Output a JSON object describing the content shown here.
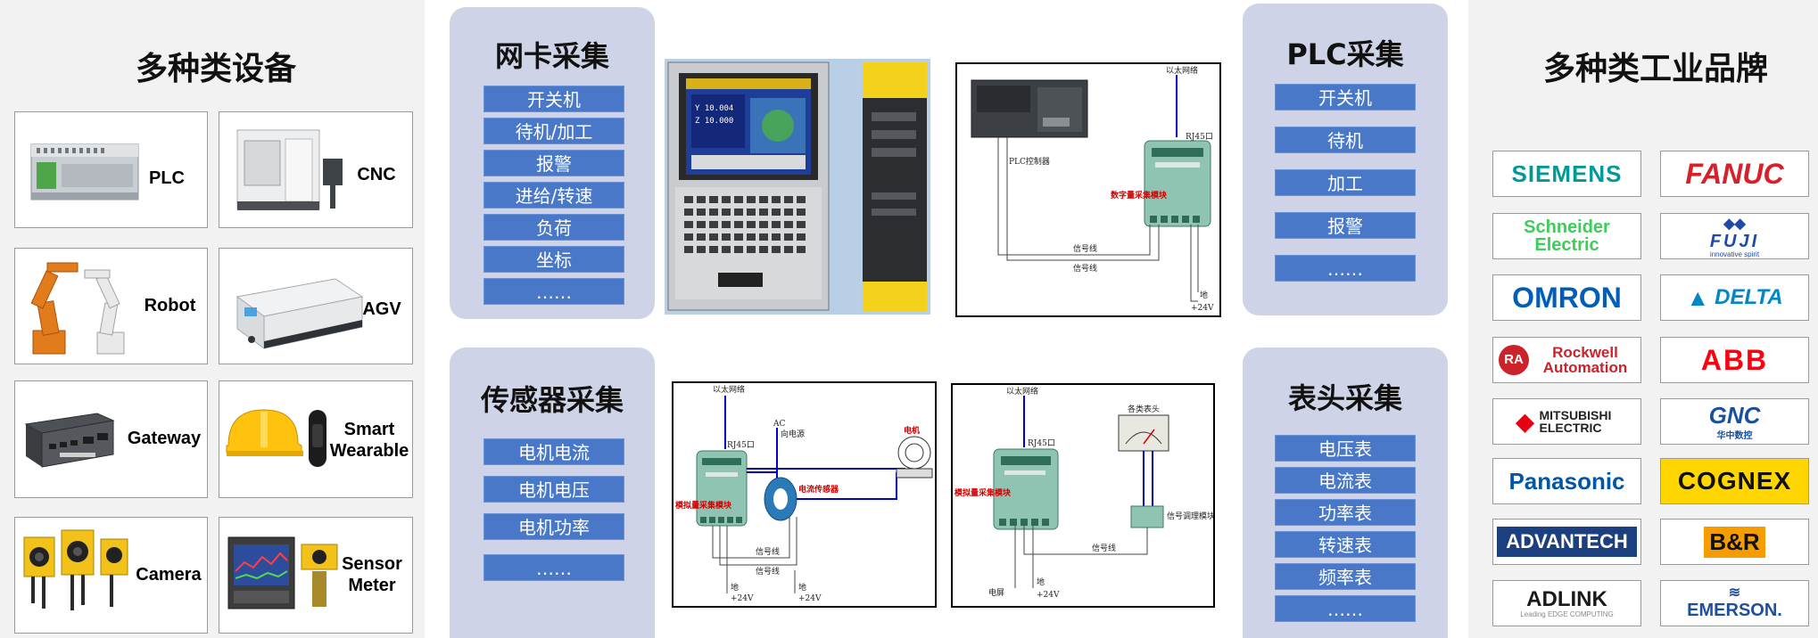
{
  "left": {
    "title": "多种类设备",
    "devices": [
      {
        "label": "PLC",
        "icon": "plc-icon"
      },
      {
        "label": "CNC",
        "icon": "cnc-machine-icon"
      },
      {
        "label": "Robot",
        "icon": "robot-arm-icon"
      },
      {
        "label": "AGV",
        "icon": "agv-icon"
      },
      {
        "label": "Gateway",
        "icon": "gateway-icon"
      },
      {
        "label": "Smart Wearable",
        "icon": "wearable-icon"
      },
      {
        "label": "Camera",
        "icon": "camera-icon"
      },
      {
        "label": "Sensor Meter",
        "icon": "sensor-meter-icon"
      }
    ]
  },
  "nic": {
    "title": "网卡采集",
    "items": [
      "开关机",
      "待机/加工",
      "报警",
      "进给/转速",
      "负荷",
      "坐标",
      "……"
    ]
  },
  "plc": {
    "title": "PLC采集",
    "items": [
      "开关机",
      "待机",
      "加工",
      "报警",
      "……"
    ]
  },
  "sensor": {
    "title": "传感器采集",
    "items": [
      "电机电流",
      "电机电压",
      "电机功率",
      "……"
    ]
  },
  "meter": {
    "title": "表头采集",
    "items": [
      "电压表",
      "电流表",
      "功率表",
      "转速表",
      "频率表",
      "……"
    ]
  },
  "diagrams": {
    "plc_wiring": {
      "ethernet": "以太网络",
      "rj45": "RJ45口",
      "plc_controller": "PLC控制器",
      "module": "数字量采集模块",
      "signal1": "信号线",
      "signal2": "信号线",
      "ground": "地",
      "power": "+24V"
    },
    "sensor_wiring": {
      "ethernet": "以太网络",
      "rj45": "RJ45口",
      "ac": "AC",
      "coil": "向电源",
      "module": "模拟量采集模块",
      "sensor": "电流传感器",
      "motor": "电机",
      "signal1": "信号线",
      "signal2": "信号线",
      "ground": "地",
      "power": "+24V"
    },
    "meter_wiring": {
      "ethernet": "以太网络",
      "rj45": "RJ45口",
      "meters": "各类表头",
      "module": "模拟量采集模块",
      "conditioner": "信号调理模块",
      "signal": "信号线",
      "ground": "地",
      "power": "+24V",
      "shield": "电屏"
    }
  },
  "right": {
    "title": "多种类工业品牌",
    "brands": [
      {
        "name": "SIEMENS",
        "color": "#009999"
      },
      {
        "name": "FANUC",
        "color": "#d8202a"
      },
      {
        "name": "Schneider Electric",
        "color": "#3dcd58"
      },
      {
        "name": "FUJI",
        "sub": "innovative spirit",
        "color": "#1e4aa8"
      },
      {
        "name": "OMRON",
        "color": "#005eb8"
      },
      {
        "name": "DELTA",
        "color": "#0086c9"
      },
      {
        "name": "Rockwell Automation",
        "mark": "RA",
        "color": "#cc2229"
      },
      {
        "name": "ABB",
        "color": "#ff000f"
      },
      {
        "name": "MITSUBISHI ELECTRIC",
        "color": "#e60012"
      },
      {
        "name": "GNC",
        "sub": "华中数控",
        "color": "#1450a3"
      },
      {
        "name": "Panasonic",
        "color": "#0057a8"
      },
      {
        "name": "COGNEX",
        "color": "#111111"
      },
      {
        "name": "ADVANTECH",
        "color": "#1c3f7f"
      },
      {
        "name": "B&R",
        "color": "#f59c00"
      },
      {
        "name": "ADLINK",
        "sub": "Leading EDGE COMPUTING",
        "color": "#1a1a1a"
      },
      {
        "name": "EMERSON.",
        "color": "#1f4e9c"
      }
    ]
  }
}
